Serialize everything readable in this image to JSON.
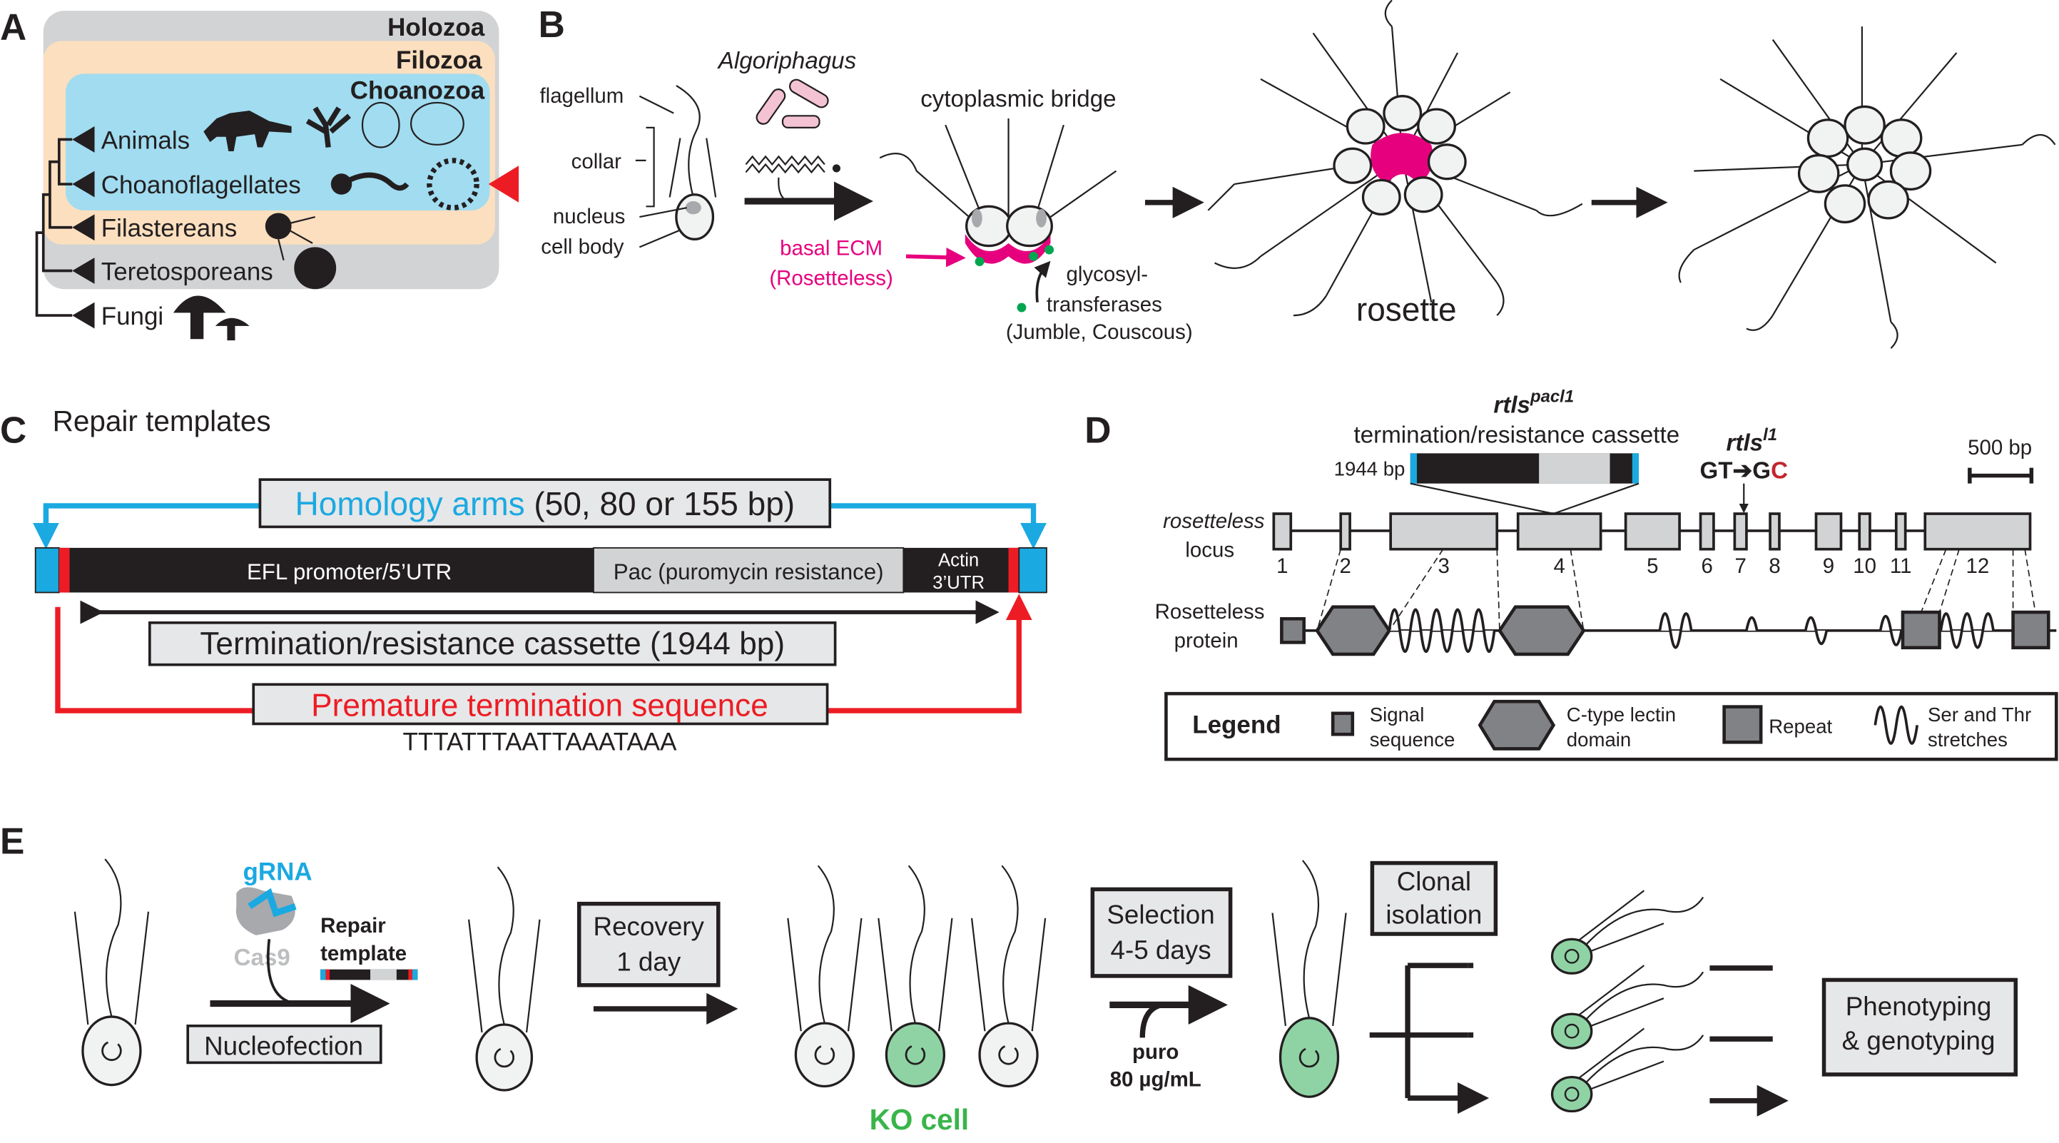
{
  "colors": {
    "holozoa": "#d1d3d4",
    "filozoa": "#fbdfbf",
    "choanozoa": "#a1dcf0",
    "homology": "#1ba9e1",
    "termination": "#ed1c24",
    "ecm": "#e6007e",
    "ko_cell": "#8fd3a5",
    "gt_c": "#c1272d"
  },
  "panel_a": {
    "label": "A",
    "clades": [
      "Holozoa",
      "Filozoa",
      "Choanozoa"
    ],
    "taxa": [
      "Animals",
      "Choanoflagellates",
      "Filastereans",
      "Teretosporeans",
      "Fungi"
    ],
    "icons": [
      "stegosaurus-icon",
      "sponge-icon",
      "jellyfish-icon",
      "ctenophore-icon",
      "choanoflagellate-icon",
      "rosette-icon",
      "filasterean-icon",
      "teretosporean-icon",
      "mushroom-icon",
      "red-triangle-marker-icon"
    ]
  },
  "panel_b": {
    "label": "B",
    "bacteria": "Algoriphagus",
    "cell_parts": [
      "flagellum",
      "collar",
      "nucleus",
      "cell body"
    ],
    "bridge": "cytoplasmic bridge",
    "ecm_1": "basal ECM",
    "ecm_2": "(Rosetteless)",
    "gt_1": "glycosyl-",
    "gt_2": "transferases",
    "gt_3": "(Jumble, Couscous)",
    "rosette": "rosette"
  },
  "panel_c": {
    "label": "C",
    "title": "Repair templates",
    "homology_1": "Homology arms",
    "homology_2": " (50, 80 or 155 bp)",
    "efl": "EFL promoter/5’UTR",
    "pac": "Pac (puromycin resistance)",
    "actin_1": "Actin",
    "actin_2": "3’UTR",
    "cassette": "Termination/resistance cassette (1944 bp)",
    "premature": "Premature termination sequence",
    "sequence": "TTTATTTAATTAAATAAA"
  },
  "panel_d": {
    "label": "D",
    "allele1_base": "rtls",
    "allele1_sup": "pacl1",
    "cassette_title": "termination/resistance cassette",
    "cassette_size": "1944 bp",
    "allele2_base": "rtls",
    "allele2_sup": "l1",
    "mut_1": "GT",
    "mut_2": "G",
    "mut_3": "C",
    "scale": "500 bp",
    "locus_1": "rosetteless",
    "locus_2": "locus",
    "exons": [
      "1",
      "2",
      "3",
      "4",
      "5",
      "6",
      "7",
      "8",
      "9",
      "10",
      "11",
      "12"
    ],
    "protein_1": "Rosetteless",
    "protein_2": "protein",
    "legend": {
      "title": "Legend",
      "signal_1": "Signal",
      "signal_2": "sequence",
      "lectin_1": "C-type lectin",
      "lectin_2": "domain",
      "repeat": "Repeat",
      "st_1": "Ser and Thr",
      "st_2": "stretches"
    }
  },
  "panel_e": {
    "label": "E",
    "grna": "gRNA",
    "cas9": "Cas9",
    "repair_1": "Repair",
    "repair_2": "template",
    "nucleofection": "Nucleofection",
    "recovery_1": "Recovery",
    "recovery_2": "1 day",
    "ko": "KO cell",
    "selection_1": "Selection",
    "selection_2": "4-5 days",
    "puro_1": "puro",
    "puro_2": "80 µg/mL",
    "clonal_1": "Clonal",
    "clonal_2": "isolation",
    "pheno_1": "Phenotyping",
    "pheno_2": "& genotyping"
  }
}
